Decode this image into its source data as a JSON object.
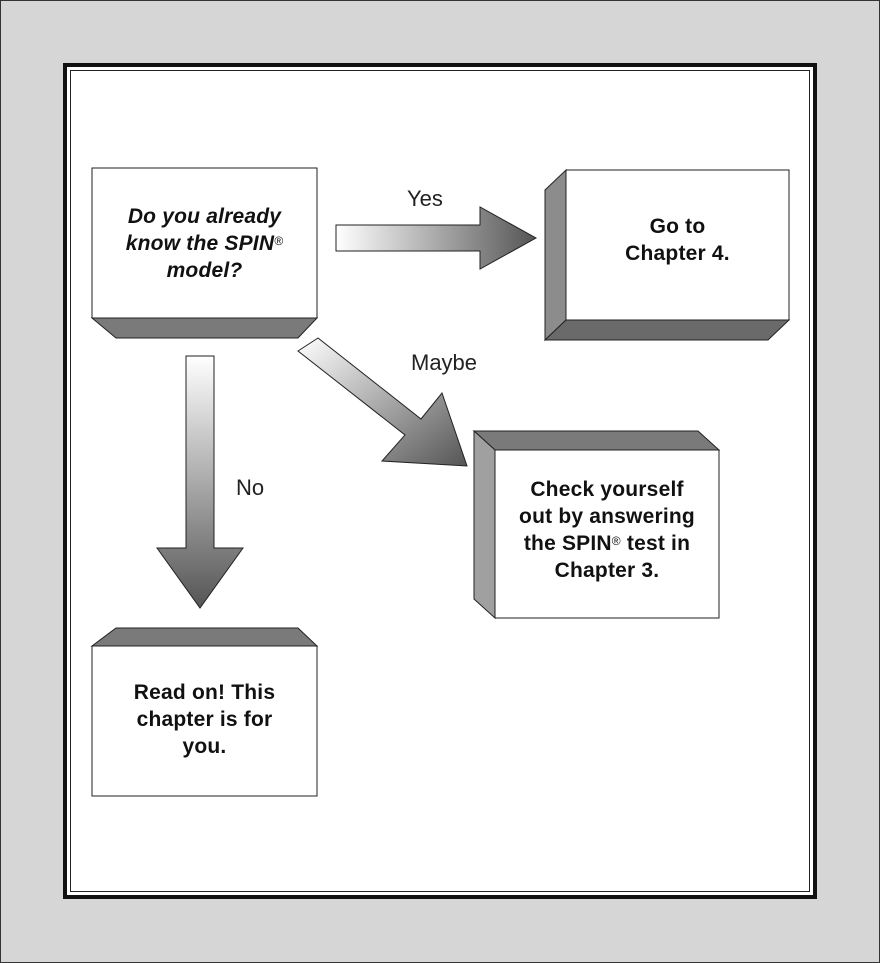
{
  "question_box": {
    "line1": "Do you already",
    "line2_text": "know the SPIN",
    "line2_mark": "®",
    "line3": "model?"
  },
  "yes_box": {
    "line1": "Go to",
    "line2": "Chapter 4."
  },
  "maybe_box": {
    "line1": "Check yourself",
    "line2": "out by answering",
    "line3_prefix": "the SPIN",
    "line3_mark": "®",
    "line3_suffix": " test in",
    "line4": "Chapter 3."
  },
  "no_box": {
    "line1": "Read on! This",
    "line2": "chapter is for",
    "line3": "you."
  },
  "labels": {
    "yes": "Yes",
    "maybe": "Maybe",
    "no": "No"
  },
  "colors": {
    "page_background": "#d6d6d6",
    "frame": "#111111",
    "box_shadow_dark": "#6e6e6e",
    "box_shadow_light": "#a0a0a0",
    "arrow_dark": "#555555",
    "arrow_light": "#ffffff"
  }
}
